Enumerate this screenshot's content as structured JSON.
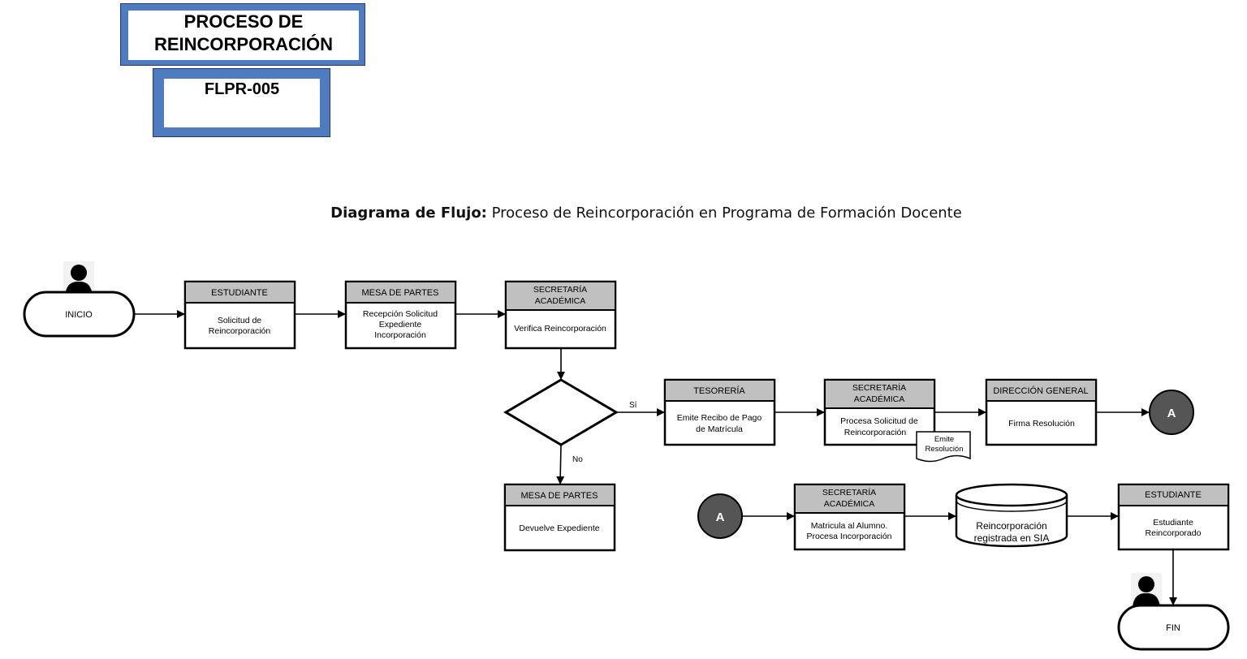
{
  "header": {
    "process_title_line1": "PROCESO DE",
    "process_title_line2": "REINCORPORACIÓN",
    "code": "FLPR-005"
  },
  "diagram_title": {
    "prefix": "Diagrama de Flujo:",
    "text": "Proceso de Reincorporación en Programa de Formación Docente"
  },
  "nodes": {
    "inicio": "INICIO",
    "fin": "FIN",
    "step1": {
      "role": "ESTUDIANTE",
      "text": [
        "Solicitud de",
        "Reincorporación"
      ]
    },
    "step2": {
      "role": "MESA DE PARTES",
      "text": [
        "Recepción Solicitud",
        "Expediente",
        "Incorporación"
      ]
    },
    "step3": {
      "role": [
        "SECRETARÍA",
        "ACADÉMICA"
      ],
      "text": [
        "Verifica Reincorporación"
      ]
    },
    "step4": {
      "role": "TESORERÍA",
      "text": [
        "Emite Recibo de Pago",
        "de Matrícula"
      ]
    },
    "step5": {
      "role": [
        "SECRETARÍA",
        "ACADÉMICA"
      ],
      "text": [
        "Procesa Solicitud de",
        "Reincorporación"
      ]
    },
    "step5_doc": [
      "Emite",
      "Resolución"
    ],
    "step6": {
      "role": "DIRECCIÓN GENERAL",
      "text": [
        "Firma Resolución"
      ]
    },
    "no_branch": {
      "role": "MESA DE PARTES",
      "text": [
        "Devuelve Expediente"
      ]
    },
    "step7": {
      "role": [
        "SECRETARÍA",
        "ACADÉMICA"
      ],
      "text": [
        "Matricula al Alumno.",
        "Procesa Incorporación"
      ]
    },
    "database": [
      "Reincorporación",
      "registrada en SIA"
    ],
    "step8": {
      "role": "ESTUDIANTE",
      "text": [
        "Estudiante",
        "Reincorporado"
      ]
    },
    "connector_label": "A",
    "yes_label": "Sí",
    "no_label": "No"
  },
  "colors": {
    "title_border": "#4f7cc0",
    "role_header": "#c0c0c0",
    "connector_fill": "#555555"
  }
}
